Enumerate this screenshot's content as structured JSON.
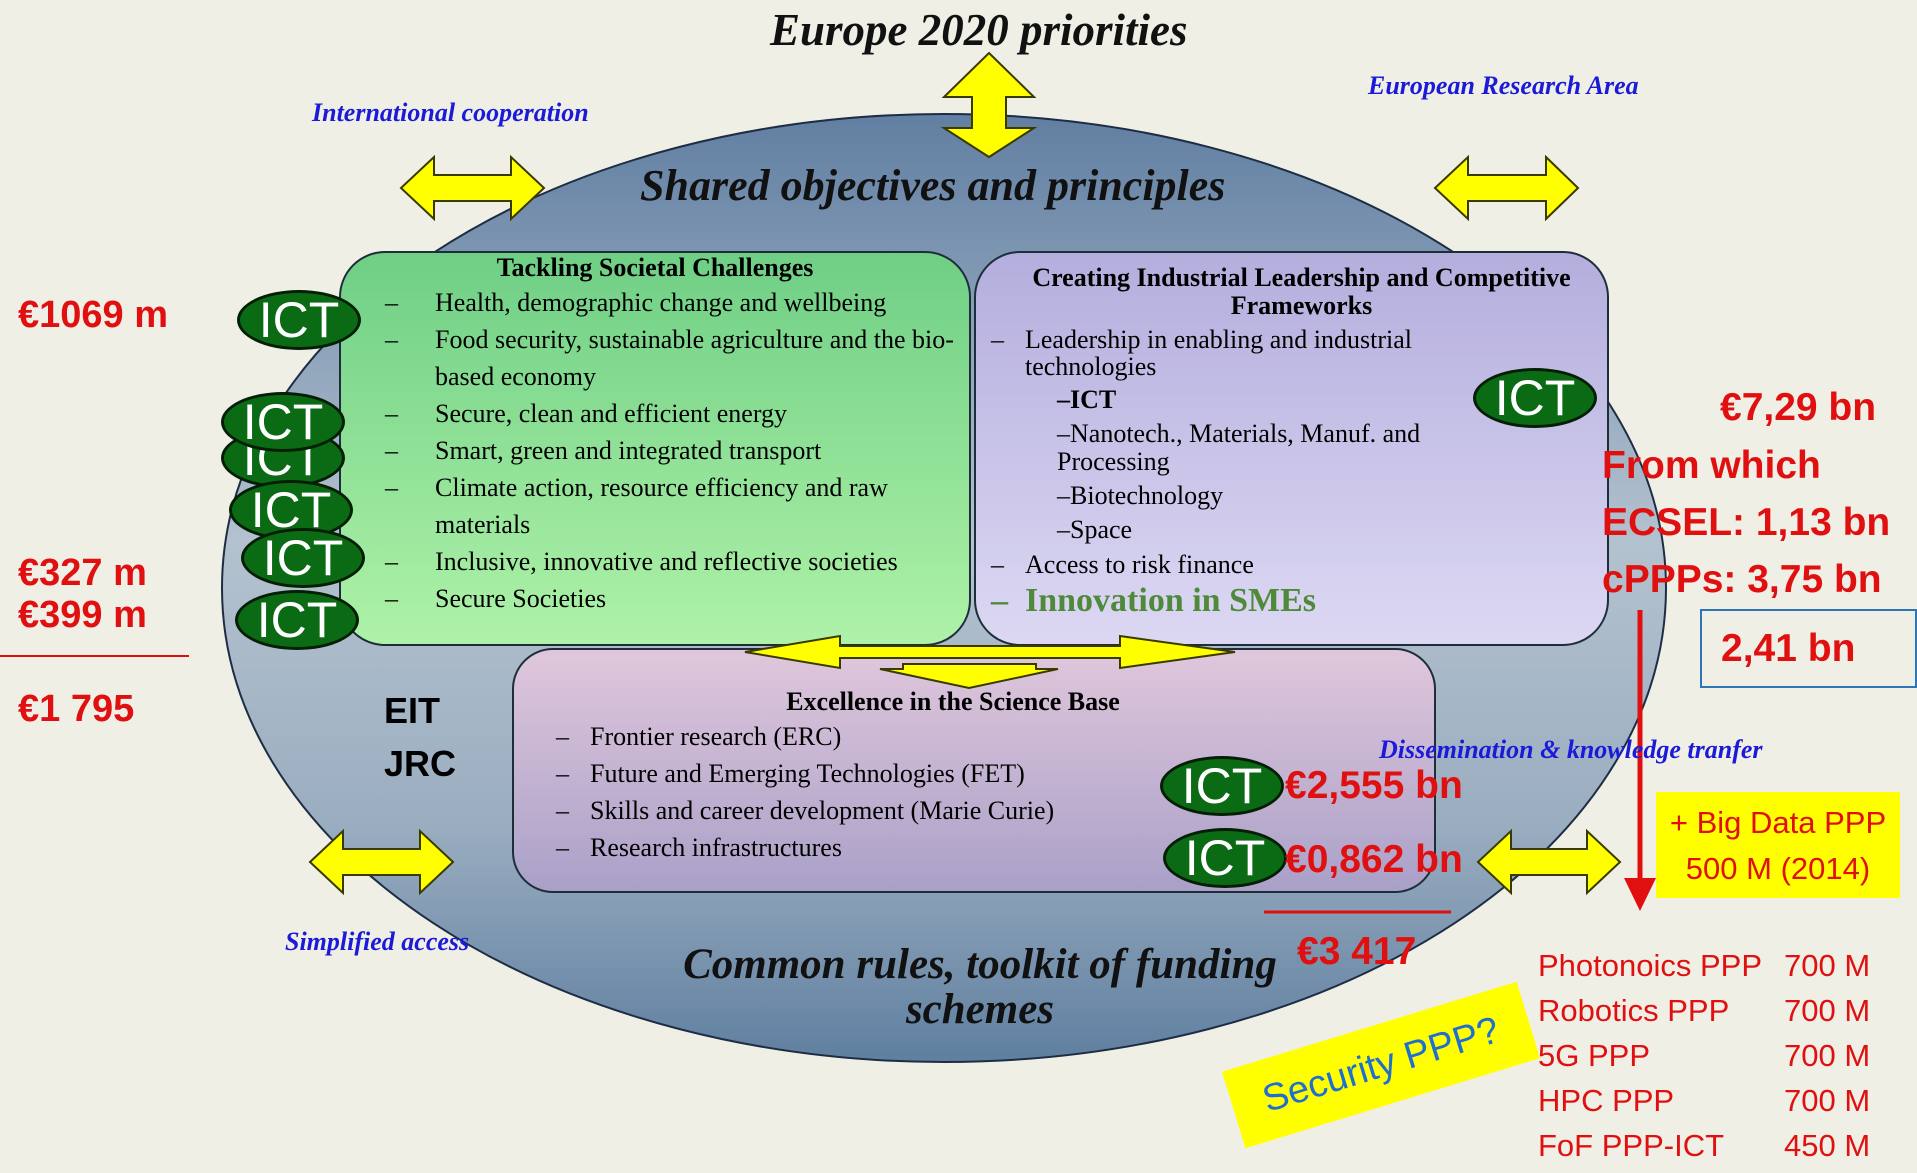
{
  "title": "Europe 2020 priorities",
  "labels": {
    "intl": "International cooperation",
    "era": "European Research Area",
    "shared": "Shared objectives and principles",
    "dissemination": "Dissemination & knowledge tranfer",
    "simplified": "Simplified access",
    "common": "Common rules, toolkit of funding schemes",
    "eit": "EIT",
    "jrc": "JRC"
  },
  "societal": {
    "title": "Tackling Societal Challenges",
    "items": [
      "Health, demographic change and wellbeing",
      "Food security, sustainable agriculture and the bio-based economy",
      "Secure, clean and efficient energy",
      "Smart, green and integrated transport",
      "Climate action, resource efficiency and raw materials",
      "Inclusive, innovative and reflective societies",
      "Secure Societies"
    ]
  },
  "industrial": {
    "title": "Creating Industrial Leadership and Competitive Frameworks",
    "lead": "Leadership in enabling and industrial technologies",
    "sub": [
      "ICT",
      "Nanotech., Materials, Manuf. and Processing",
      "Biotechnology",
      "Space"
    ],
    "risk": "Access to risk finance",
    "sme": "Innovation in SMEs"
  },
  "excellence": {
    "title": "Excellence in the Science Base",
    "items": [
      "Frontier research (ERC)",
      "Future and Emerging Technologies (FET)",
      "Skills and career development (Marie Curie)",
      "Research infrastructures"
    ]
  },
  "ict_label": "ICT",
  "amounts": {
    "a1069": "€1069 m",
    "a327": "€327 m",
    "a399": "€399 m",
    "a1795": "€1 795",
    "a729": "€7,29 bn",
    "from_which": "From which",
    "ecsel": "ECSEL: 1,13 bn",
    "cppps": "cPPPs: 3,75 bn",
    "a241": "2,41 bn",
    "a2555": "€2,555 bn",
    "a0862": "€0,862 bn",
    "a3417": "€3 417"
  },
  "bigdata": [
    "+ Big Data PPP",
    "500 M (2014)"
  ],
  "security": "Security PPP?",
  "ppps": [
    {
      "name": "Photonoics PPP",
      "value": "700 M"
    },
    {
      "name": "Robotics PPP",
      "value": "700 M"
    },
    {
      "name": "5G PPP",
      "value": "700 M"
    },
    {
      "name": "HPC PPP",
      "value": "700 M"
    },
    {
      "name": "FoF PPP-ICT",
      "value": "450 M"
    }
  ],
  "colors": {
    "ellipse_top": "#6b8aab",
    "ellipse_mid": "#a7b9c9",
    "green_box": "#8fdd94",
    "purple_box": "#c2bde4",
    "pink_box": "#c9b2cf",
    "arrow_yellow": "#ffff00",
    "ict_green": "#0b6b14",
    "red": "#e01010",
    "blue_label": "#1a1ad8"
  }
}
